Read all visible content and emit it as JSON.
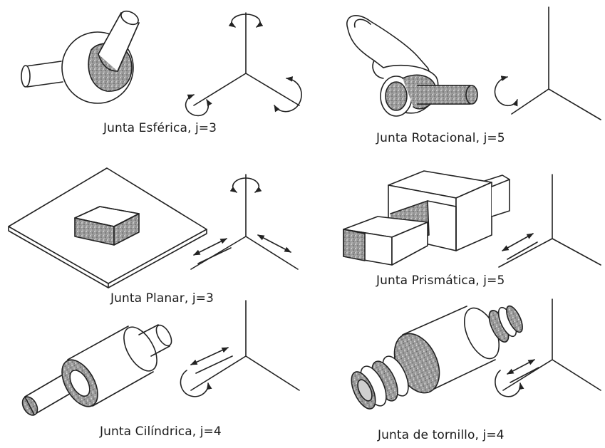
{
  "captions": {
    "spherical": "Junta Esférica, j=3",
    "revolute": "Junta Rotacional, j=5",
    "planar": "Junta Planar, j=3",
    "prismatic": "Junta Prismática, j=5",
    "cylindrical": "Junta Cilíndrica, j=4",
    "screw": "Junta de tornillo, j=4"
  },
  "colors": {
    "line": "#222222",
    "texture": "#8a8a8a",
    "background": "#ffffff"
  }
}
